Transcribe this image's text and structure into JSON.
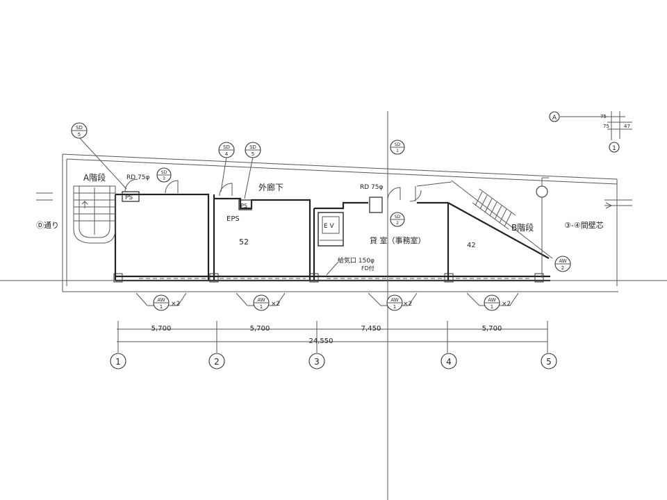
{
  "labels": {
    "stair_a": "A階段",
    "stair_b": "B階段",
    "corridor": "外廊下",
    "office": "貸 室（事務室）",
    "eps": "EPS",
    "ev": "E V",
    "ps_1": "PS",
    "ps_2": "PS",
    "rd_1": "RD 75φ",
    "rd_2": "RD 75φ",
    "road": "Ⓓ通り",
    "wall_note": "③-④間壁芯",
    "supply_1": "給気口 150φ",
    "supply_2": "FD付",
    "mark_1": "52",
    "mark_2": "42"
  },
  "sd_tags": [
    {
      "top": "SD",
      "bottom": "5"
    },
    {
      "top": "SD",
      "bottom": "4"
    },
    {
      "top": "SD",
      "bottom": "5"
    },
    {
      "top": "SD",
      "bottom": "3"
    },
    {
      "top": "SD",
      "bottom": "1"
    },
    {
      "top": "SD",
      "bottom": "2"
    }
  ],
  "aw_tags": [
    {
      "top": "AW",
      "bottom": "1",
      "mult": "×2"
    },
    {
      "top": "AW",
      "bottom": "1",
      "mult": "×2"
    },
    {
      "top": "AW",
      "bottom": "1",
      "mult": "×2"
    },
    {
      "top": "AW",
      "bottom": "1",
      "mult": "×2"
    }
  ],
  "aw_side": {
    "top": "AW",
    "bottom": "2"
  },
  "dimensions": {
    "spans": [
      "5,700",
      "5,700",
      "7,450",
      "5,700"
    ],
    "total": "24,550"
  },
  "grid_axes": [
    "1",
    "2",
    "3",
    "4",
    "5"
  ],
  "corner_detail": {
    "axis_a": "A",
    "axis_1": "1",
    "dim_1": "75",
    "dim_2": "75",
    "dim_3": "47"
  }
}
